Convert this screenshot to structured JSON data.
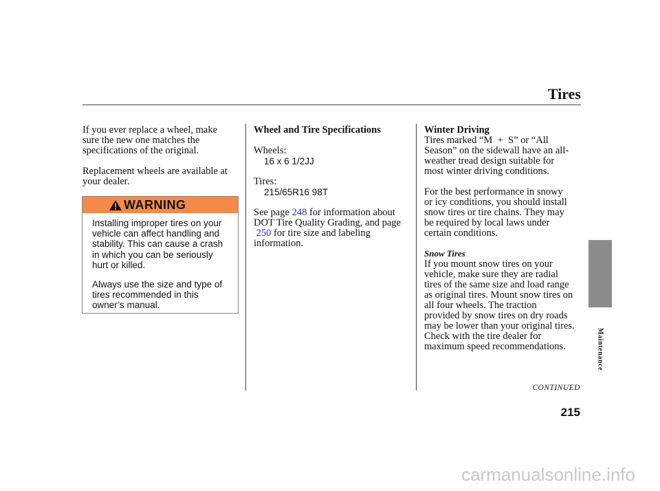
{
  "header": {
    "title": "Tires"
  },
  "left_column": {
    "para1": [
      "If you ever replace a wheel, make",
      "sure the new one matches the",
      "specifications of the original."
    ],
    "para2": [
      "Replacement wheels are available at",
      "your dealer."
    ],
    "warning": {
      "title": "WARNING",
      "para1": [
        "Installing improper tires on your",
        "vehicle can affect handling and",
        "stability. This can cause a crash",
        "in which you can be seriously",
        "hurt or killed."
      ],
      "para2": [
        "Always use the size and type of",
        "tires recommended in this",
        "owner’s manual."
      ]
    }
  },
  "middle_column": {
    "heading": "Wheel and Tire Specifications",
    "wheels_label": "Wheels:",
    "wheels_value": "16 x 6 1/2JJ",
    "tires_label": "Tires:",
    "tires_value": "215/65R16 98T",
    "ref_line1_a": "See page",
    "ref_page1": "248",
    "ref_line1_b": "for information about",
    "ref_line2": "DOT Tire Quality Grading, and page",
    "ref_page2": "250",
    "ref_line3_b": "for tire size and labeling",
    "ref_line4": "information."
  },
  "right_column": {
    "heading": "Winter Driving",
    "para1": [
      "Tires marked “M  +  S” or “All",
      "Season” on the sidewall have an all-",
      "weather tread design suitable for",
      "most winter driving conditions."
    ],
    "para2": [
      "For the best performance in snowy",
      "or icy conditions, you should install",
      "snow tires or tire chains. They may",
      "be required by local laws under",
      "certain conditions."
    ],
    "subheading": "Snow Tires",
    "para3": [
      "If you mount snow tires on your",
      "vehicle, make sure they are radial",
      "tires of the same size and load range",
      "as original tires. Mount snow tires on",
      "all four wheels. The traction",
      "provided by snow tires on dry roads",
      "may be lower than your original tires.",
      "Check with the tire dealer for",
      "maximum speed recommendations."
    ]
  },
  "side_tab": {
    "label": "Maintenance"
  },
  "footer": {
    "continued": "CONTINUED",
    "page_number": "215"
  },
  "watermark": {
    "text": "carmanualsonline.info"
  }
}
